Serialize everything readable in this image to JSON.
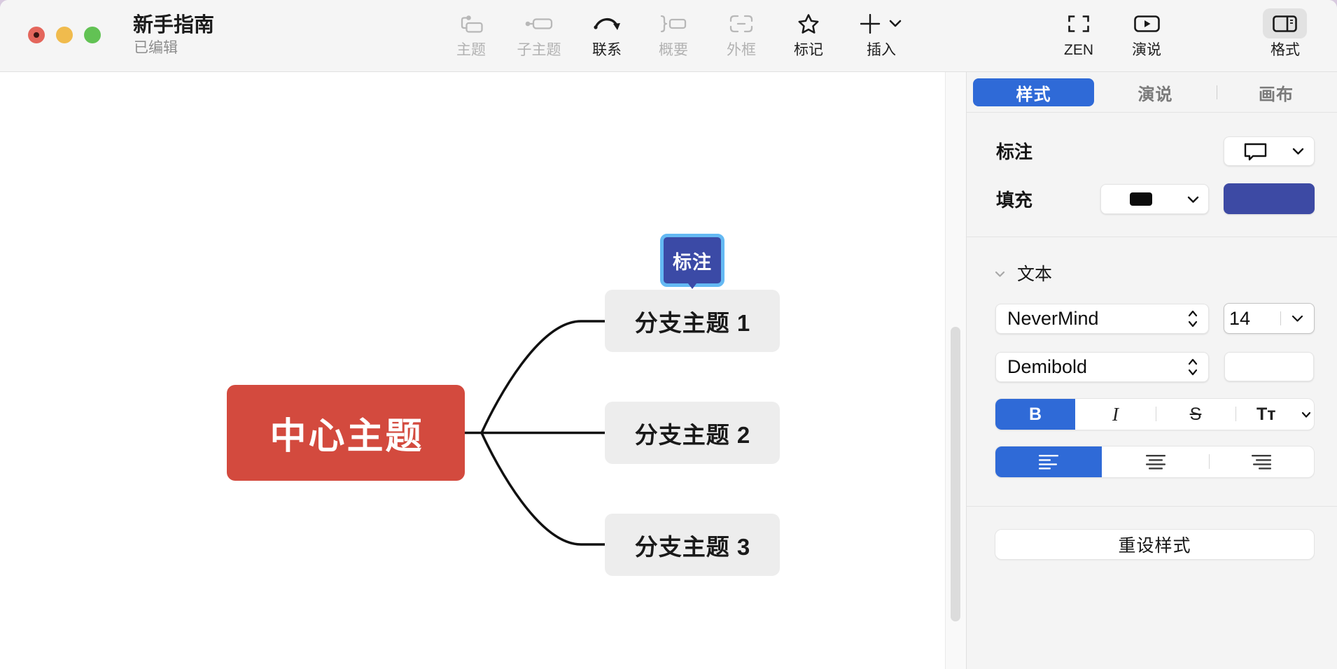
{
  "window": {
    "title": "新手指南",
    "subtitle": "已编辑",
    "controls": [
      "close",
      "minimize",
      "maximize"
    ]
  },
  "toolbar": {
    "center_items": [
      {
        "label": "主题",
        "icon": "topic-icon",
        "enabled": false
      },
      {
        "label": "子主题",
        "icon": "subtopic-icon",
        "enabled": false
      },
      {
        "label": "联系",
        "icon": "relation-icon",
        "enabled": true
      },
      {
        "label": "概要",
        "icon": "summary-icon",
        "enabled": false
      },
      {
        "label": "外框",
        "icon": "boundary-icon",
        "enabled": false
      },
      {
        "label": "标记",
        "icon": "marker-star-icon",
        "enabled": true
      },
      {
        "label": "插入",
        "icon": "plus-icon",
        "enabled": true
      }
    ],
    "right_items": [
      {
        "label": "ZEN",
        "icon": "zen-frame-icon",
        "active": false
      },
      {
        "label": "演说",
        "icon": "present-play-icon",
        "active": false
      },
      {
        "label": "格式",
        "icon": "format-panel-icon",
        "active": true
      }
    ]
  },
  "canvas": {
    "central_topic": "中心主题",
    "branches": [
      "分支主题 1",
      "分支主题 2",
      "分支主题 3"
    ],
    "callout": {
      "text": "标注",
      "selected": true,
      "fill": "#3c4aa6",
      "selection_color": "#5fb0ef"
    },
    "colors": {
      "central_fill": "#d6503f",
      "branch_fill": "#ececec",
      "line": "#111111"
    }
  },
  "panel": {
    "tabs": [
      {
        "label": "样式",
        "active": true
      },
      {
        "label": "演说",
        "active": false
      },
      {
        "label": "画布",
        "active": false
      }
    ],
    "callout_row": {
      "label": "标注",
      "shape_icon": "speech-bubble-icon",
      "chevron": "chevron-down-icon"
    },
    "fill_row": {
      "label": "填充",
      "style_swatch_color": "#0c0c0c",
      "chevron": "chevron-down-icon",
      "color_swatch": "#3f4aa2"
    },
    "text_section": {
      "title": "文本",
      "collapse_icon": "chevron-down-icon",
      "font_family": "NeverMind",
      "font_size": "14",
      "font_weight": "Demibold",
      "text_color": "#ffffff",
      "style_buttons": [
        {
          "name": "bold",
          "glyph": "B",
          "active": true
        },
        {
          "name": "italic",
          "glyph": "I",
          "active": false
        },
        {
          "name": "strikethrough",
          "glyph": "S",
          "active": false
        },
        {
          "name": "text-case",
          "glyph": "Tт",
          "active": false
        }
      ],
      "align_buttons": [
        {
          "name": "align-left",
          "active": true
        },
        {
          "name": "align-center",
          "active": false
        },
        {
          "name": "align-right",
          "active": false
        }
      ]
    },
    "reset_button": "重设样式"
  }
}
